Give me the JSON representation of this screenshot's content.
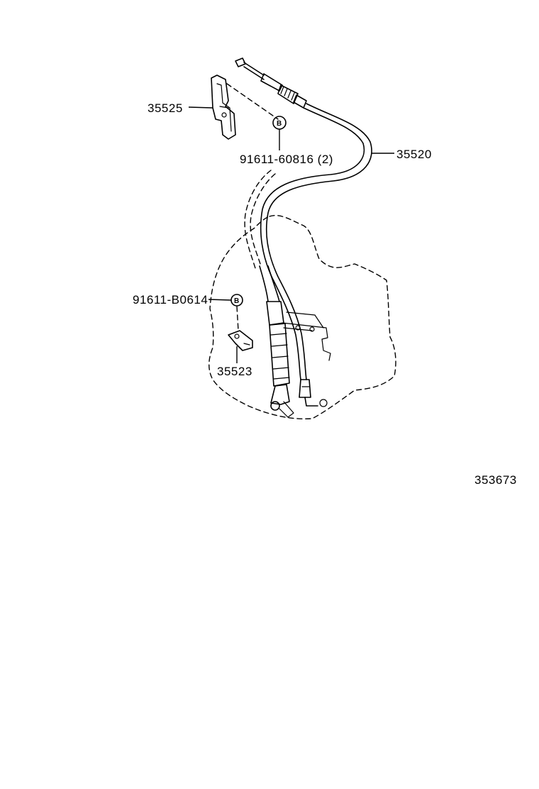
{
  "callouts": {
    "bracket": "35525",
    "bolt_upper": "91611-60816 (2)",
    "cable": "35520",
    "bolt_lower": "91611-B0614",
    "clamp": "35523"
  },
  "badges": {
    "upper": "B",
    "lower": "B"
  },
  "illustration_number": "353673"
}
